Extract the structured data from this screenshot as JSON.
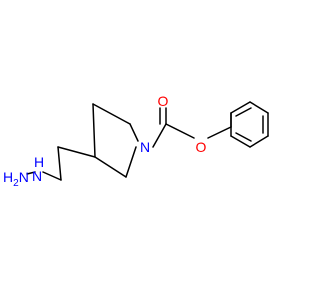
{
  "molecule": {
    "atoms": {
      "amide_n": {
        "text": "N",
        "color": "#0000FF"
      },
      "carbonyl_o": {
        "text": "O",
        "color": "#FF0000"
      },
      "ester_o": {
        "text": "O",
        "color": "#FF0000"
      },
      "hydrazine_nh": {
        "text": "H",
        "sub": "",
        "prefix": "",
        "n": "N",
        "color": "#0000FF"
      },
      "hydrazine_nh2": {
        "h": "H",
        "sub": "2",
        "n": "N",
        "color": "#0000FF"
      }
    }
  }
}
